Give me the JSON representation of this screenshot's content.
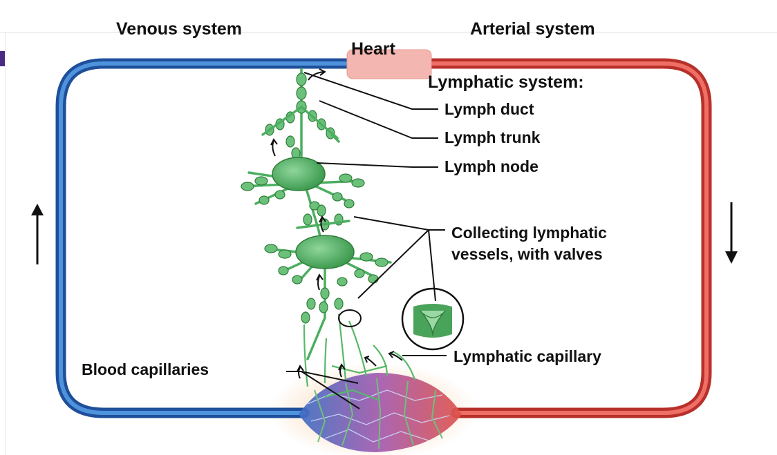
{
  "labels": {
    "venous_system": "Venous system",
    "arterial_system": "Arterial system",
    "heart": "Heart",
    "lymphatic_system": "Lymphatic system:",
    "lymph_duct": "Lymph duct",
    "lymph_trunk": "Lymph trunk",
    "lymph_node": "Lymph node",
    "collecting_line1": "Collecting lymphatic",
    "collecting_line2": "vessels, with valves",
    "lymphatic_capillary": "Lymphatic capillary",
    "blood_capillaries": "Blood capillaries"
  },
  "colors": {
    "venous": "#2f6fbf",
    "arterial": "#d9473f",
    "heart": "#f4b6b0",
    "lymph": "#5fb86f",
    "accent_bar": "#4b2a83"
  },
  "flow_direction": {
    "venous": "up",
    "arterial": "down"
  }
}
